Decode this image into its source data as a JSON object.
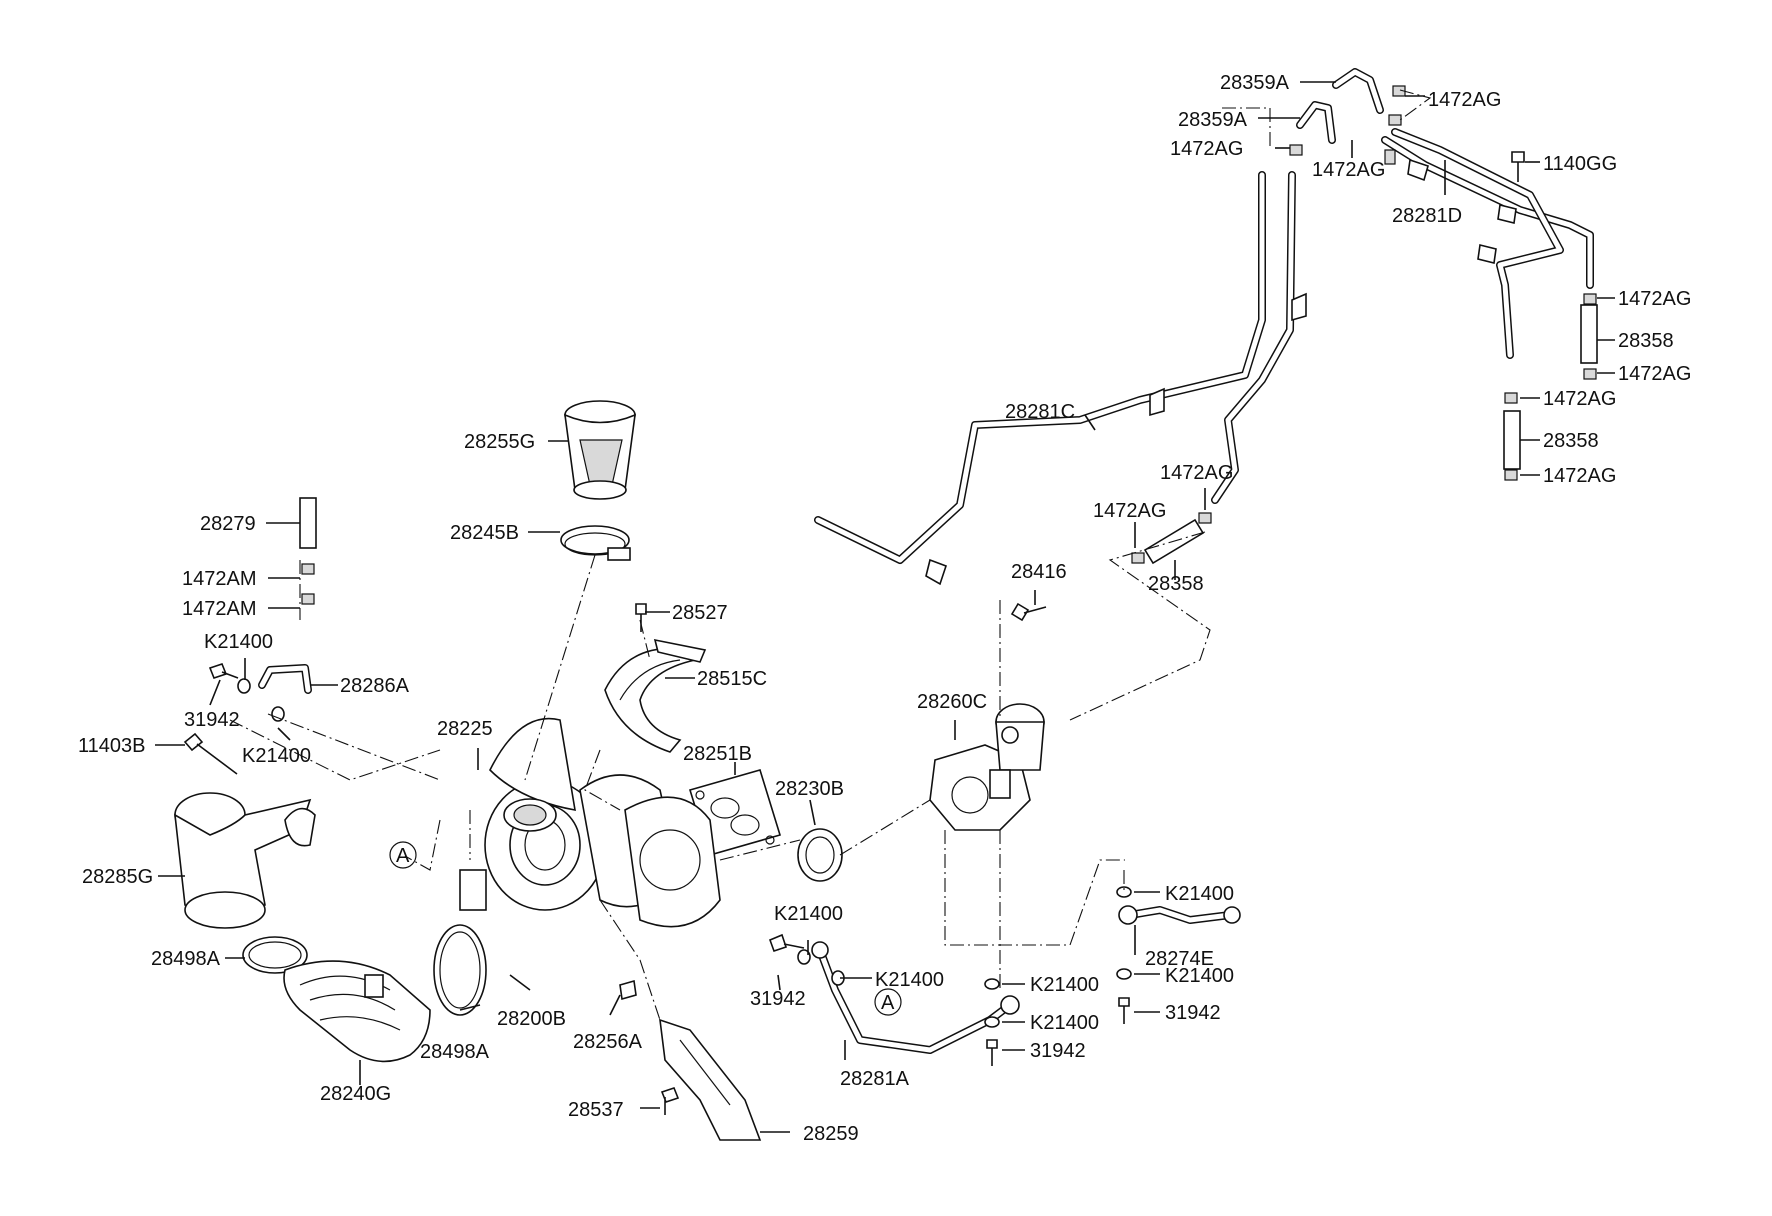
{
  "diagram": {
    "callouts": {
      "c28359A_1": "28359A",
      "c28359A_2": "28359A",
      "c1472AG_1": "1472AG",
      "c1472AG_2": "1472AG",
      "c1472AG_3": "1472AG",
      "c1140GG": "1140GG",
      "c28281D": "28281D",
      "c1472AG_4": "1472AG",
      "c28358_1": "28358",
      "c1472AG_5": "1472AG",
      "c1472AG_6": "1472AG",
      "c28358_2": "28358",
      "c1472AG_7": "1472AG",
      "c28281C": "28281C",
      "c1472AG_8": "1472AG",
      "c1472AG_9": "1472AG",
      "c28358_3": "28358",
      "c28416": "28416",
      "c28255G": "28255G",
      "c28245B": "28245B",
      "c28279": "28279",
      "c1472AM_1": "1472AM",
      "c1472AM_2": "1472AM",
      "cK21400_1": "K21400",
      "c28286A": "28286A",
      "c31942_1": "31942",
      "cK21400_2": "K21400",
      "c11403B": "11403B",
      "c28527": "28527",
      "c28515C": "28515C",
      "c28225": "28225",
      "c28251B": "28251B",
      "c28230B": "28230B",
      "c28260C": "28260C",
      "c28285G": "28285G",
      "c28498A_1": "28498A",
      "c28200B": "28200B",
      "c28256A": "28256A",
      "c28498A_2": "28498A",
      "c28240G": "28240G",
      "cK21400_3": "K21400",
      "c31942_2": "31942",
      "cK21400_4": "K21400",
      "c28281A": "28281A",
      "c28537": "28537",
      "c28259": "28259",
      "cK21400_5": "K21400",
      "c28274E": "28274E",
      "cK21400_6": "K21400",
      "c31942_3": "31942",
      "cK21400_7": "K21400",
      "cK21400_8": "K21400",
      "c31942_4": "31942"
    },
    "marker_a_1": "A",
    "marker_a_2": "A"
  }
}
